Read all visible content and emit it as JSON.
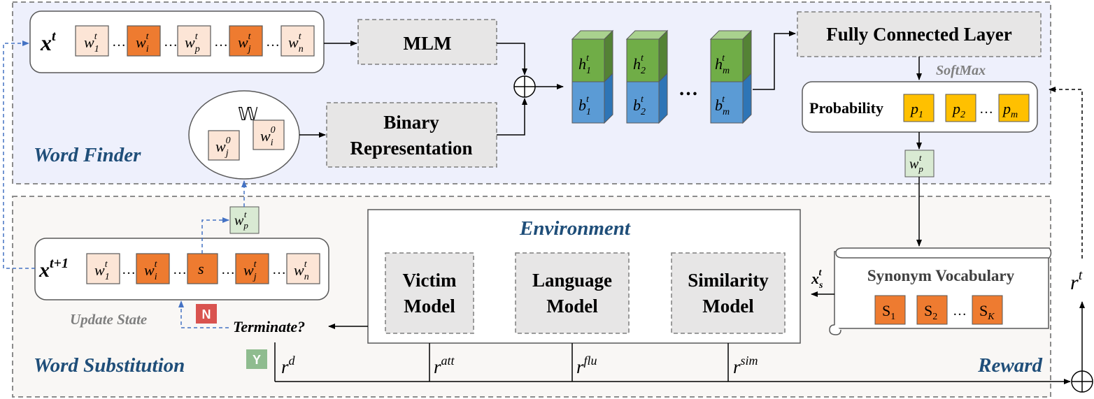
{
  "sections": {
    "word_finder": "Word Finder",
    "word_substitution": "Word Substitution",
    "reward": "Reward",
    "environment": "Environment"
  },
  "blocks": {
    "mlm": "MLM",
    "binary_line1": "Binary",
    "binary_line2": "Representation",
    "fc_layer": "Fully Connected Layer",
    "softmax": "SoftMax",
    "probability": "Probability",
    "synonym_vocab": "Synonym Vocabulary",
    "victim_line1": "Victim",
    "victim_line2": "Model",
    "language_line1": "Language",
    "language_line2": "Model",
    "similarity_line1": "Similarity",
    "similarity_line2": "Model",
    "terminate": "Terminate?",
    "update_state": "Update State",
    "no": "N",
    "yes": "Y",
    "set_symbol": "𝕎",
    "ellipsis": "…"
  },
  "colors": {
    "finder_bg": "#eef0fc",
    "subst_bg": "#f9f7f5",
    "word_light": "#fce5d6",
    "word_orange": "#ee7b30",
    "prob_yellow": "#ffc000",
    "green_box": "#d9ead3",
    "green_top": "#70ad47",
    "blue_cube": "#5b9bd5",
    "arrow_blue": "#4472c4",
    "label_blue": "#1f4e79",
    "gray_box": "#e7e6e6",
    "n_badge": "#d9534f",
    "y_badge": "#8fbc8f"
  }
}
